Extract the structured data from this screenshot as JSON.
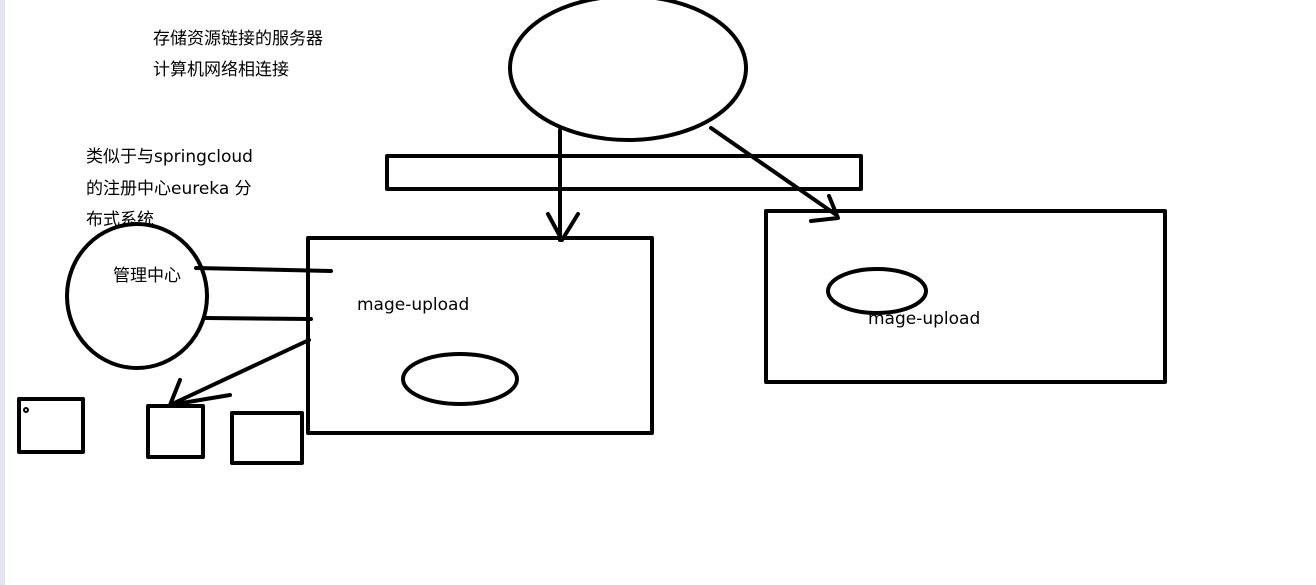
{
  "notes": {
    "top_line1": "存储资源链接的服务器",
    "top_line2": "计算机网络相连接",
    "mid_line1": "类似于与springcloud",
    "mid_line2": "的注册中心eureka 分",
    "mid_line3": "布式系统"
  },
  "nodes": {
    "management_center": "管理中心",
    "upload_server_left": "mage-upload",
    "upload_server_right": "mage-upload"
  },
  "colors": {
    "stroke": "#000000",
    "background": "#ffffff",
    "left_strip": "#dfe6f0"
  }
}
